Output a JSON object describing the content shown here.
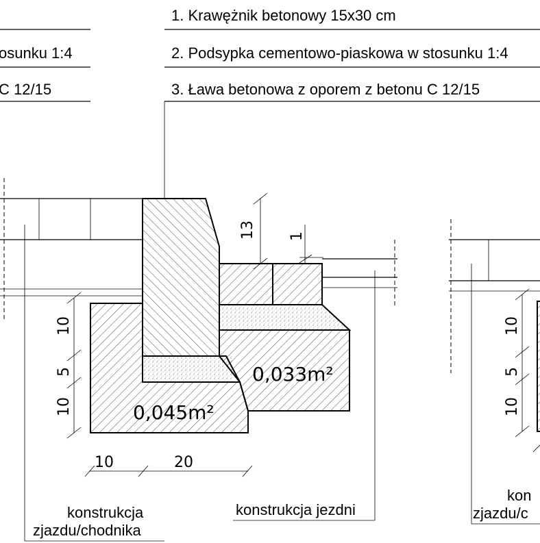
{
  "legend": {
    "item1": "1. Krawężnik betonowy 15x30 cm",
    "item2": "2. Podsypka cementowo-piaskowa w stosunku 1:4",
    "item3": "3. Ława betonowa z oporem z betonu C 12/15",
    "left_item2_fragment": "osunku 1:4",
    "left_item3_fragment": "C 12/15"
  },
  "dimensions": {
    "curb_height_label": "13",
    "gap_label": "1",
    "layer_top_left": "10",
    "layer_mid_left": "5",
    "layer_bottom_left": "10",
    "width_left": "10",
    "width_right": "20",
    "layer_top_right": "10",
    "layer_mid_right": "5",
    "layer_bottom_right": "10"
  },
  "areas": {
    "bench_area": "0,045m²",
    "foundation_area": "0,033m²"
  },
  "labels": {
    "driveway_construction_line1": "konstrukcja",
    "driveway_construction_line2": "zjazdu/chodnika",
    "roadway_construction": "konstrukcja jezdni",
    "right_driveway_line1": "kon",
    "right_driveway_line2": "zjazdu/c"
  }
}
